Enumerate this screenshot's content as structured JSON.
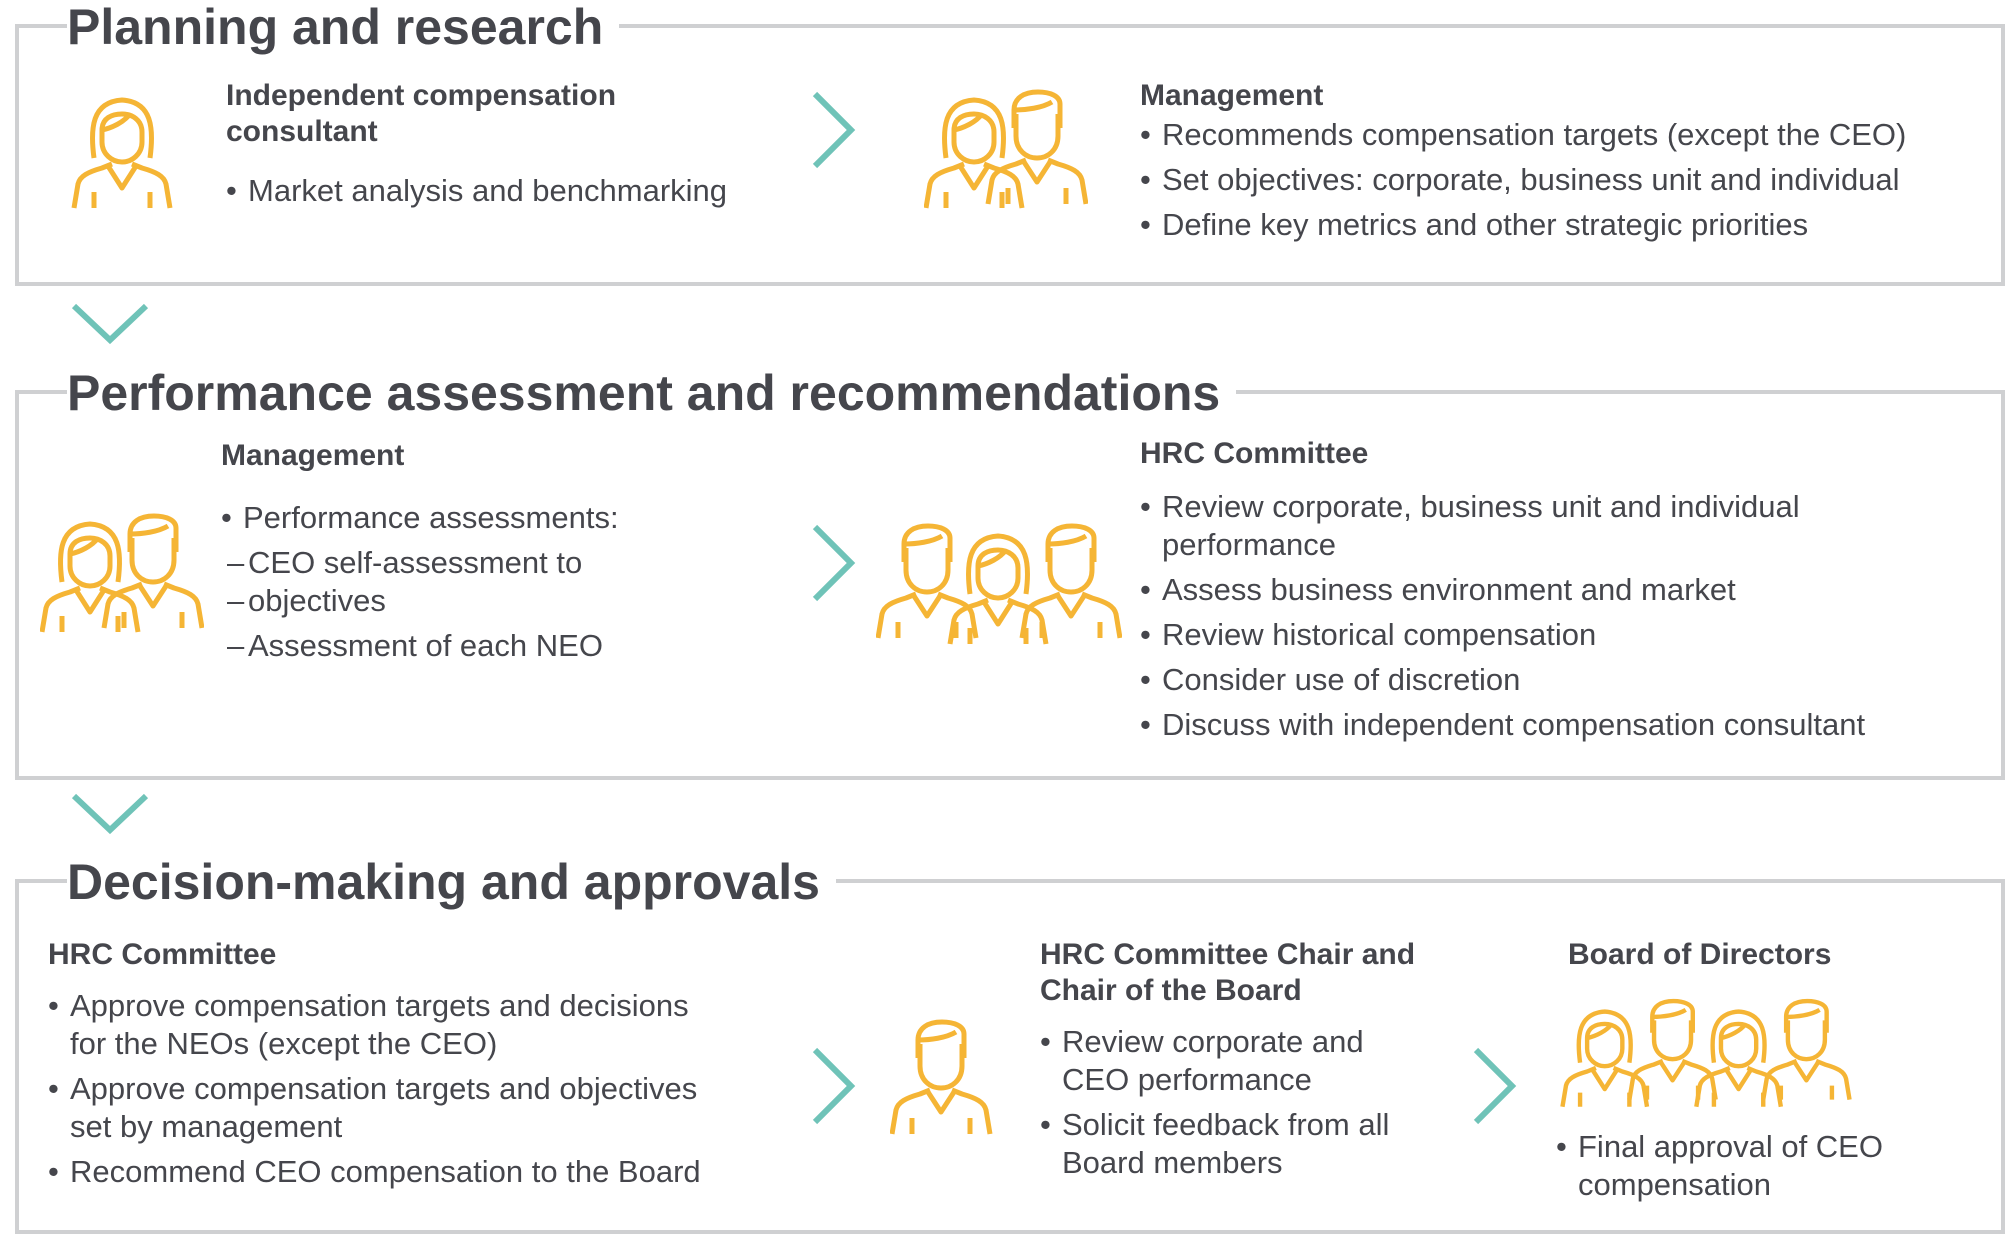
{
  "colors": {
    "icon": "#f5b535",
    "arrow": "#6fc3b8",
    "border": "#cfd0d2",
    "text": "#45464c"
  },
  "sections": [
    {
      "title": "Planning and research",
      "left": {
        "heading_line1": "Independent compensation",
        "heading_line2": "consultant",
        "icon": "woman-person-icon",
        "items": [
          "Market analysis and benchmarking"
        ]
      },
      "right": {
        "heading": "Management",
        "icon": "two-people-icon",
        "items": [
          "Recommends compensation targets (except the CEO)",
          "Set objectives: corporate, business unit and individual",
          "Define key metrics and other strategic priorities"
        ]
      }
    },
    {
      "title": "Performance assessment and recommendations",
      "left": {
        "heading": "Management",
        "icon": "two-people-icon",
        "items": [
          "Performance assessments:"
        ],
        "subitems": [
          "CEO self-assessment to",
          "objectives",
          "Assessment of each NEO"
        ]
      },
      "right": {
        "heading": "HRC Committee",
        "icon": "three-people-icon",
        "items": [
          "Review corporate, business unit and individual",
          "performance",
          "Assess business environment and market",
          "Review historical compensation",
          "Consider use of discretion",
          "Discuss with independent compensation consultant"
        ]
      }
    },
    {
      "title": "Decision-making and approvals",
      "left": {
        "heading": "HRC Committee",
        "items": [
          "Approve compensation targets and decisions",
          "for the NEOs (except the CEO)",
          "Approve compensation targets and objectives",
          "set by management",
          "Recommend CEO compensation to the Board"
        ]
      },
      "middle": {
        "heading_line1": "HRC Committee Chair and",
        "heading_line2": "Chair of the Board",
        "icon": "man-person-icon",
        "items": [
          "Review corporate and",
          "CEO performance",
          "Solicit feedback from all",
          "Board members"
        ]
      },
      "right": {
        "heading": "Board of Directors",
        "icon": "four-people-icon",
        "items": [
          "Final approval of CEO",
          "compensation"
        ]
      }
    }
  ]
}
